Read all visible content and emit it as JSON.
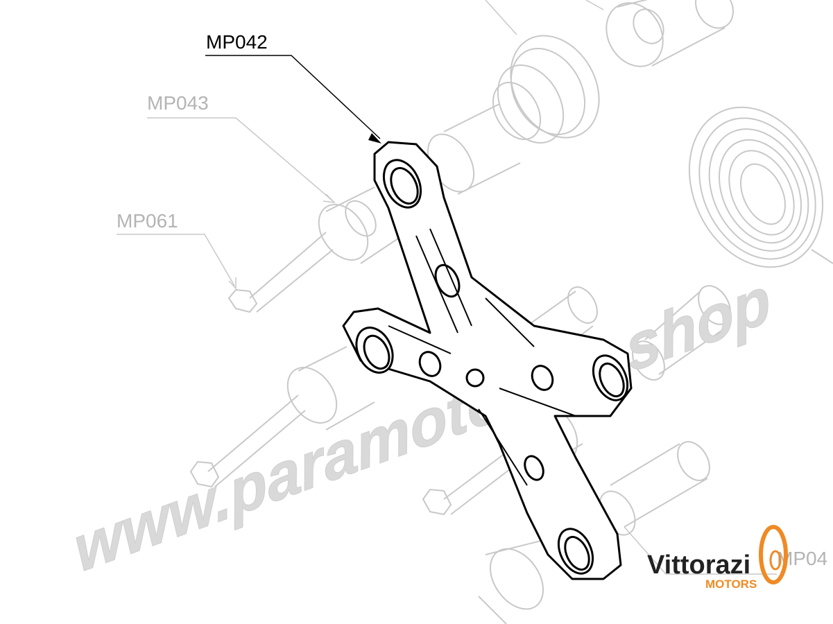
{
  "labels": {
    "primary": "MP042",
    "secondary_1": "MP043",
    "secondary_2": "MP061",
    "secondary_3": "MP04"
  },
  "watermark": "www.paramotoriac.shop",
  "logo": {
    "name": "Vittorazi",
    "sub": "MOTORS",
    "accent_color": "#f08a24",
    "name_color": "#222222",
    "sub_color": "#f08a24"
  },
  "colors": {
    "main_part": "#000000",
    "ghost_parts": "#c8c8c8",
    "ghost_labels": "#b4b4b4",
    "watermark": "#d9d9d9"
  }
}
